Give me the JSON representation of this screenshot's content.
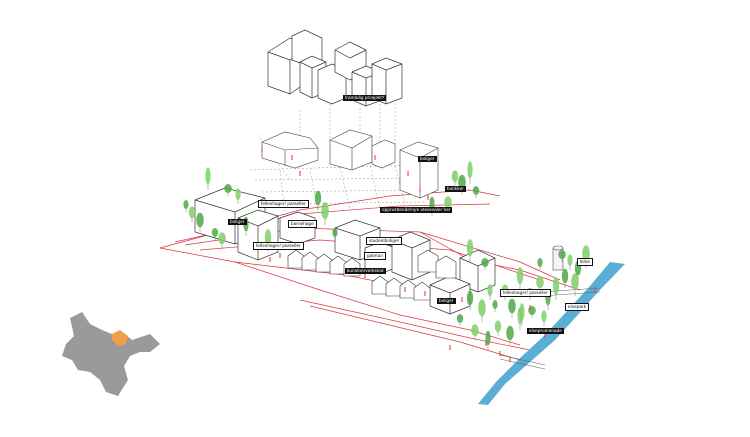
{
  "colors": {
    "ink": "#222222",
    "red_line": "#d9363e",
    "tree": "#7fcf6a",
    "tree_dark": "#4fa845",
    "river": "#5aaed6",
    "map_grey": "#9a9a9a",
    "map_highlight": "#f0a04b",
    "label_bg": "#111111",
    "label_fg": "#ffffff"
  },
  "labels": {
    "future_project": "framtidig prosjekt?",
    "boliger_top": "boliger",
    "butikker": "butikker",
    "felleshager_parseller_top": "felleshager/ parseller",
    "uteomrade": "opprusttende/nye utearealer her",
    "boliger_left": "boliger",
    "barnehage": "barnehage",
    "felleshager_parseller_mid": "felleshager/ parseller",
    "studentboliger": "studentboliger",
    "gatetun": "gatetun",
    "kunstnerverksted": "kunstnerverksted",
    "boliger_right": "boliger",
    "felleshager_parseller_right": "felleshager/ parseller",
    "elvepark": "elvepark",
    "kirke": "kirke",
    "elvepromenade": "elvepromenade"
  }
}
